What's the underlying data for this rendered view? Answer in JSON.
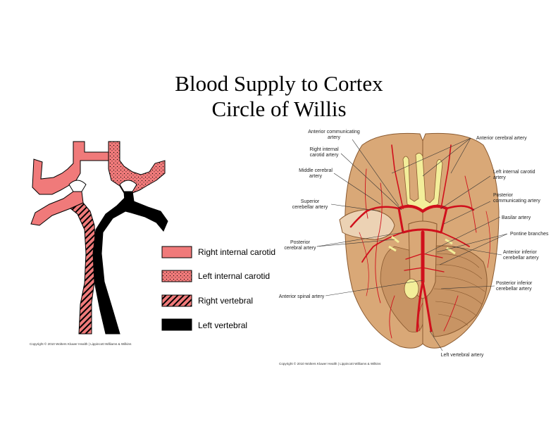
{
  "title": {
    "line1": "Blood Supply to Cortex",
    "line2": "Circle of Willis"
  },
  "schematic": {
    "legend": [
      {
        "label": "Right internal carotid",
        "pattern": "solid-pink"
      },
      {
        "label": "Left internal carotid",
        "pattern": "dotted-pink"
      },
      {
        "label": "Right vertebral",
        "pattern": "hatched-pink"
      },
      {
        "label": "Left vertebral",
        "pattern": "solid-black"
      }
    ],
    "copyright": "Copyright © 2010 Wolters Kluwer Health | Lippincott Williams & Wilkins"
  },
  "brain": {
    "labels": {
      "anterior_communicating": [
        "Anterior communicating",
        "artery"
      ],
      "right_internal_carotid": [
        "Right internal",
        "carotid artery"
      ],
      "middle_cerebral": [
        "Middle cerebral",
        "artery"
      ],
      "superior_cerebellar": [
        "Superior",
        "cerebellar artery"
      ],
      "posterior_cerebral": [
        "Posterior",
        "cerebral artery"
      ],
      "anterior_spinal": [
        "Anterior spinal artery"
      ],
      "anterior_cerebral": [
        "Anterior cerebral artery"
      ],
      "left_internal_carotid": [
        "Left internal carotid",
        "artery"
      ],
      "posterior_communicating": [
        "Posterior",
        "communicating artery"
      ],
      "basilar": [
        "Basilar artery"
      ],
      "pontine": [
        "Pontine branches"
      ],
      "anterior_inferior_cerebellar": [
        "Anterior inferior",
        "cerebellar artery"
      ],
      "posterior_inferior_cerebellar": [
        "Posterior inferior",
        "cerebellar artery"
      ],
      "left_vertebral": [
        "Left vertebral artery"
      ]
    },
    "copyright": "Copyright © 2010 Wolters Kluwer Health | Lippincott Williams & Wilkins"
  },
  "colors": {
    "pink": "#f07a7a",
    "black": "#000000",
    "brain": "#d9a877",
    "brain_dark": "#b07a4a",
    "artery": "#d0101c",
    "nerve": "#f3ee9a"
  }
}
